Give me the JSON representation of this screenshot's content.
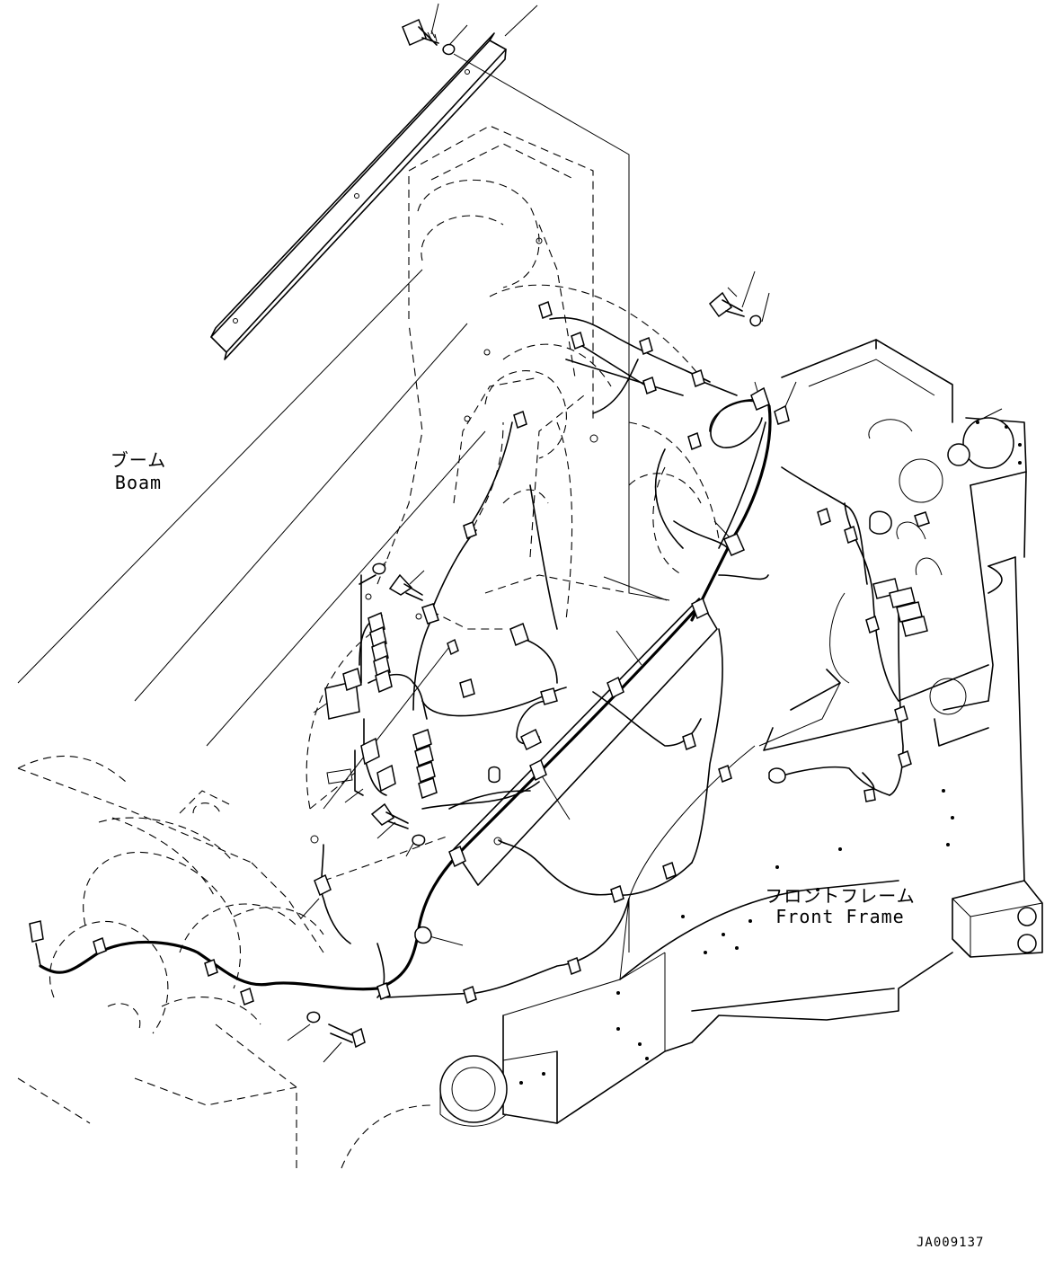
{
  "labels": {
    "boom_jp": "ブーム",
    "boom_en": "Boam",
    "front_frame_jp": "フロントフレーム",
    "front_frame_en": "Front Frame"
  },
  "drawing_code": "JA009137"
}
